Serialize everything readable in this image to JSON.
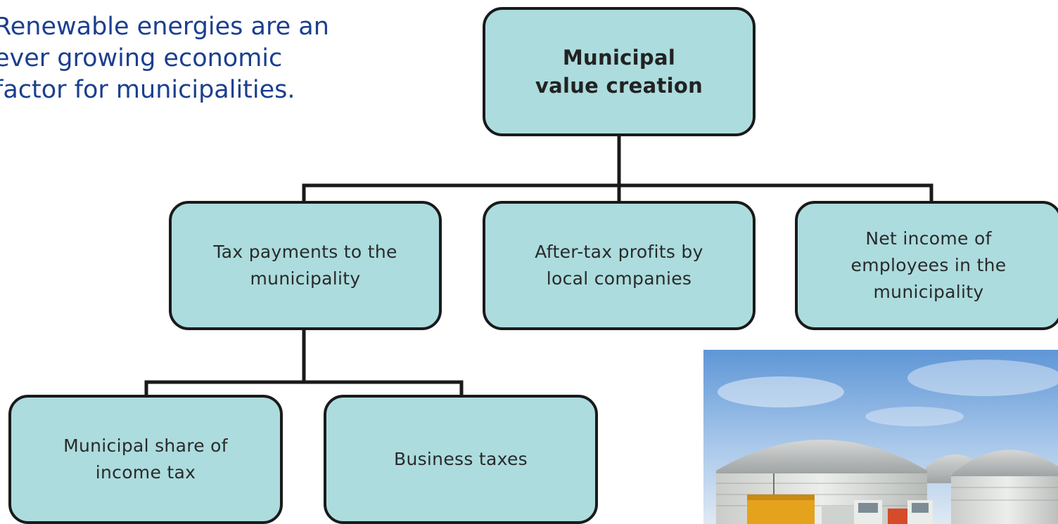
{
  "intro": {
    "lines": [
      "Renewable energies are an",
      "ever growing economic",
      "factor for municipalities."
    ]
  },
  "root": {
    "lines": [
      "Municipal",
      "value creation"
    ]
  },
  "level1": [
    {
      "lines": [
        "Tax payments to the",
        "municipality"
      ]
    },
    {
      "lines": [
        "After-tax profits by",
        "local companies"
      ]
    },
    {
      "lines": [
        "Net income of",
        "employees in the",
        "municipality"
      ]
    }
  ],
  "level2": [
    {
      "lines": [
        "Municipal share of",
        "income tax"
      ]
    },
    {
      "lines": [
        "Business taxes"
      ]
    }
  ],
  "photo": {
    "subject": "biogas plant with storage domes and tractors under blue sky"
  },
  "colors": {
    "intro_text": "#1b3f8f",
    "box_fill": "#acdcde",
    "box_border": "#1a1a1a"
  }
}
